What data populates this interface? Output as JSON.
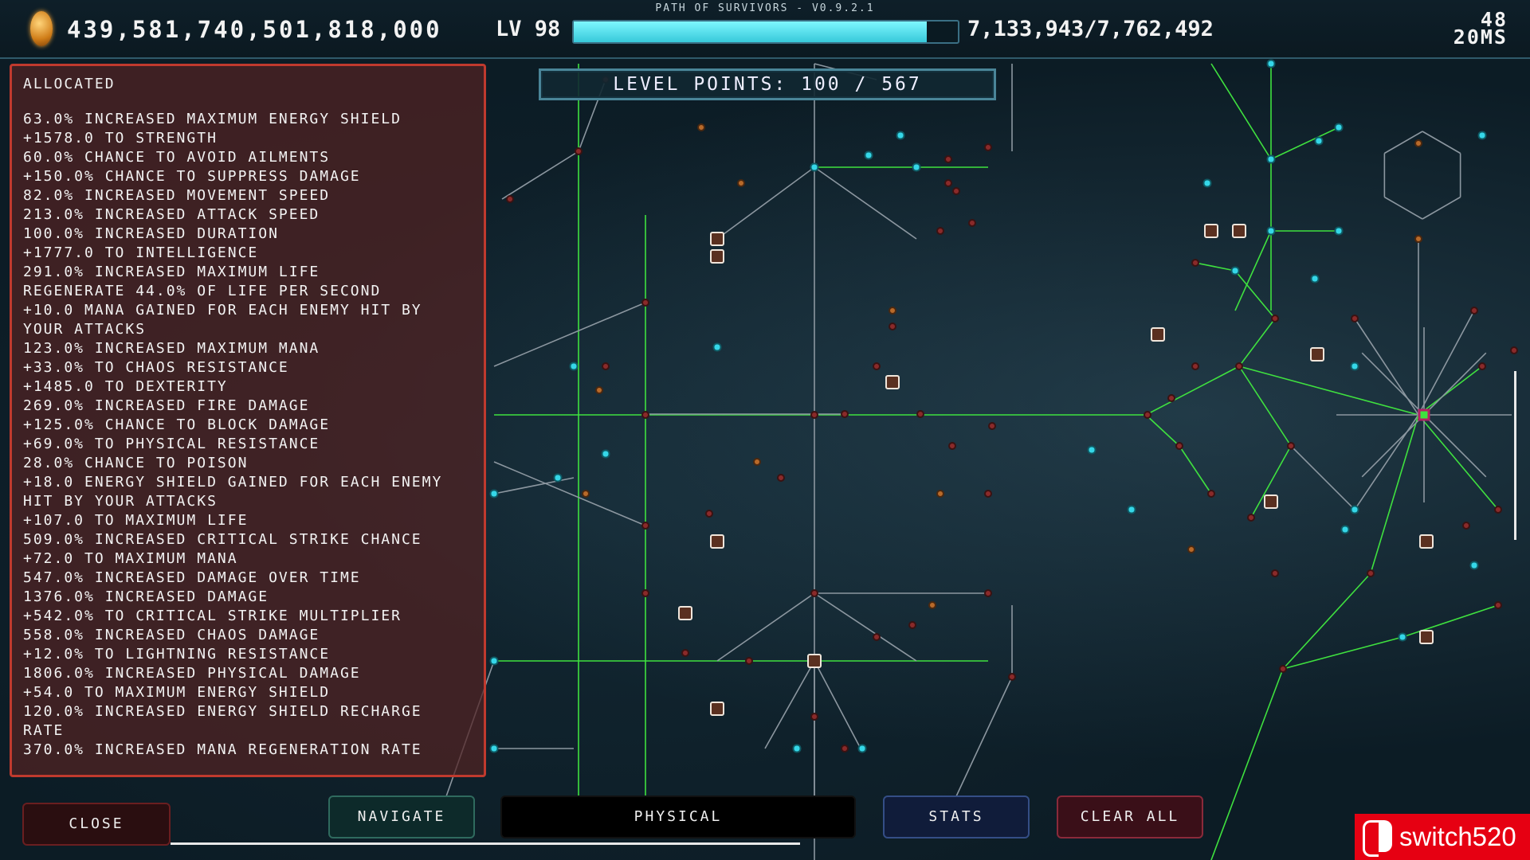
{
  "header": {
    "game_title": "PATH OF SURVIVORS - V0.9.2.1",
    "gold": "439,581,740,501,818,000",
    "level": "LV 98",
    "xp_text": "7,133,943/7,762,492",
    "xp_progress": 0.919,
    "fps": "48",
    "latency": "20MS"
  },
  "level_points": "LEVEL POINTS: 100 / 567",
  "panel": {
    "title": "ALLOCATED",
    "stats": [
      "63.0% INCREASED MAXIMUM ENERGY SHIELD",
      "+1578.0 TO STRENGTH",
      "60.0% CHANCE TO AVOID AILMENTS",
      "+150.0% CHANCE TO SUPPRESS DAMAGE",
      "82.0% INCREASED MOVEMENT SPEED",
      "213.0% INCREASED ATTACK SPEED",
      "100.0% INCREASED DURATION",
      "+1777.0 TO INTELLIGENCE",
      "291.0% INCREASED MAXIMUM LIFE",
      "REGENERATE 44.0% OF LIFE PER SECOND",
      "+10.0 MANA GAINED FOR EACH ENEMY HIT BY YOUR ATTACKS",
      "123.0% INCREASED MAXIMUM MANA",
      "+33.0% TO CHAOS RESISTANCE",
      "+1485.0 TO DEXTERITY",
      "269.0% INCREASED FIRE DAMAGE",
      "+125.0% CHANCE TO BLOCK DAMAGE",
      "+69.0% TO PHYSICAL RESISTANCE",
      "28.0% CHANCE TO POISON",
      "+18.0 ENERGY SHIELD GAINED FOR EACH ENEMY HIT BY YOUR ATTACKS",
      "+107.0 TO MAXIMUM LIFE",
      "509.0% INCREASED CRITICAL STRIKE CHANCE",
      "+72.0 TO MAXIMUM MANA",
      "547.0% INCREASED DAMAGE OVER TIME",
      "1376.0% INCREASED DAMAGE",
      "+542.0% TO CRITICAL STRIKE MULTIPLIER",
      "558.0% INCREASED CHAOS DAMAGE",
      "+12.0% TO LIGHTNING RESISTANCE",
      "1806.0% INCREASED PHYSICAL DAMAGE",
      "+54.0 TO MAXIMUM ENERGY SHIELD",
      "120.0% INCREASED ENERGY SHIELD RECHARGE RATE",
      "370.0% INCREASED MANA REGENERATION RATE"
    ]
  },
  "buttons": {
    "close": "CLOSE",
    "navigate": "NAVIGATE",
    "physical": "PHYSICAL",
    "stats": "STATS",
    "clear_all": "CLEAR ALL"
  },
  "watermark": "switch520",
  "colors": {
    "allocated_link": "#3fe13f",
    "unallocated_link": "#8c97a0",
    "node_red": "#8a2a2a",
    "node_cyan": "#35d7e8",
    "node_orange": "#b86a2a",
    "panel_border": "#c03a2e",
    "xp_bar": "#5fe8f5"
  },
  "icons": {
    "currency": "gold-coin-icon",
    "root_node": "green-core-node-icon"
  }
}
